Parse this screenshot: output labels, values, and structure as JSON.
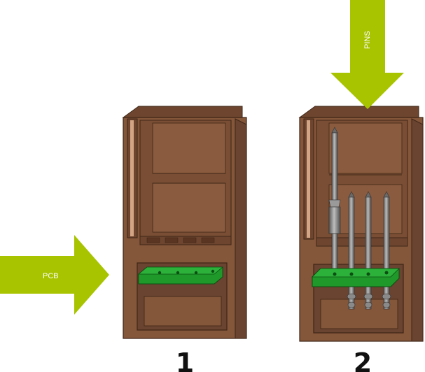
{
  "arrows": {
    "pcb": {
      "label": "PCB",
      "color": "#a8c400"
    },
    "pins": {
      "label": "PINS",
      "color": "#a8c400"
    }
  },
  "steps": [
    {
      "number": "1"
    },
    {
      "number": "2"
    }
  ],
  "colors": {
    "housing": "#84563a",
    "housing_dark": "#5f3a24",
    "housing_light": "#a06a48",
    "pcb": "#1f9a2a",
    "pin": "#8a8a8a"
  }
}
